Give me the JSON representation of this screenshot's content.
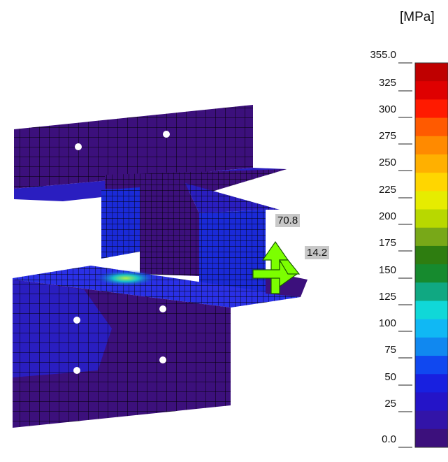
{
  "legend": {
    "unit": "[MPa]",
    "ticks": [
      "355.0",
      "325",
      "300",
      "275",
      "250",
      "225",
      "200",
      "175",
      "150",
      "125",
      "100",
      "75",
      "50",
      "25",
      "0.0"
    ],
    "colors": [
      "#bf0000",
      "#df0000",
      "#ff1a00",
      "#ff5a00",
      "#ff8a00",
      "#ffb000",
      "#ffd600",
      "#e6ec00",
      "#b8d800",
      "#78a818",
      "#2e7d10",
      "#168a2e",
      "#10a882",
      "#10d8d8",
      "#10b8f4",
      "#1088f0",
      "#1048f0",
      "#1820e0",
      "#2414c8",
      "#3214a8",
      "#3c107c"
    ]
  },
  "callouts": [
    "70.8",
    "14.2"
  ],
  "colors": {
    "mesh_base": "#3c107c",
    "mesh_blue": "#1a2ad8",
    "mesh_mid": "#2a1ec0",
    "mesh_line": "#000000",
    "arrow": "#7cff00"
  }
}
